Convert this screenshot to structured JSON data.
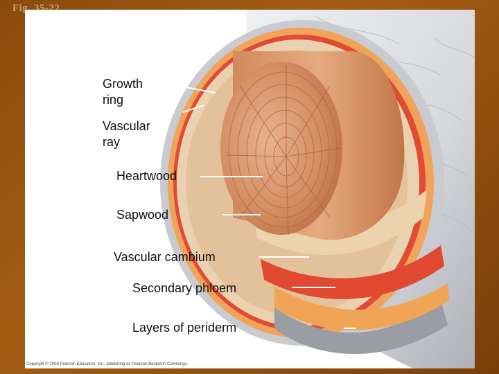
{
  "figure_label": "Fig. 35-22",
  "labels": {
    "growth_ring": "Growth\nring",
    "vascular_ray": "Vascular\nray",
    "heartwood": "Heartwood",
    "sapwood": "Sapwood",
    "vascular_cambium": "Vascular cambium",
    "secondary_phloem": "Secondary phloem",
    "periderm": "Layers of periderm"
  },
  "copyright": "Copyright © 2008 Pearson Education, Inc., publishing as Pearson Benjamin Cummings.",
  "colors": {
    "background": "#8a4a0c",
    "bark": "#d9dadd",
    "cambium": "#e24a35",
    "phloem": "#efa45a",
    "wood": "#d89870",
    "sapwood": "#ead2b0"
  }
}
